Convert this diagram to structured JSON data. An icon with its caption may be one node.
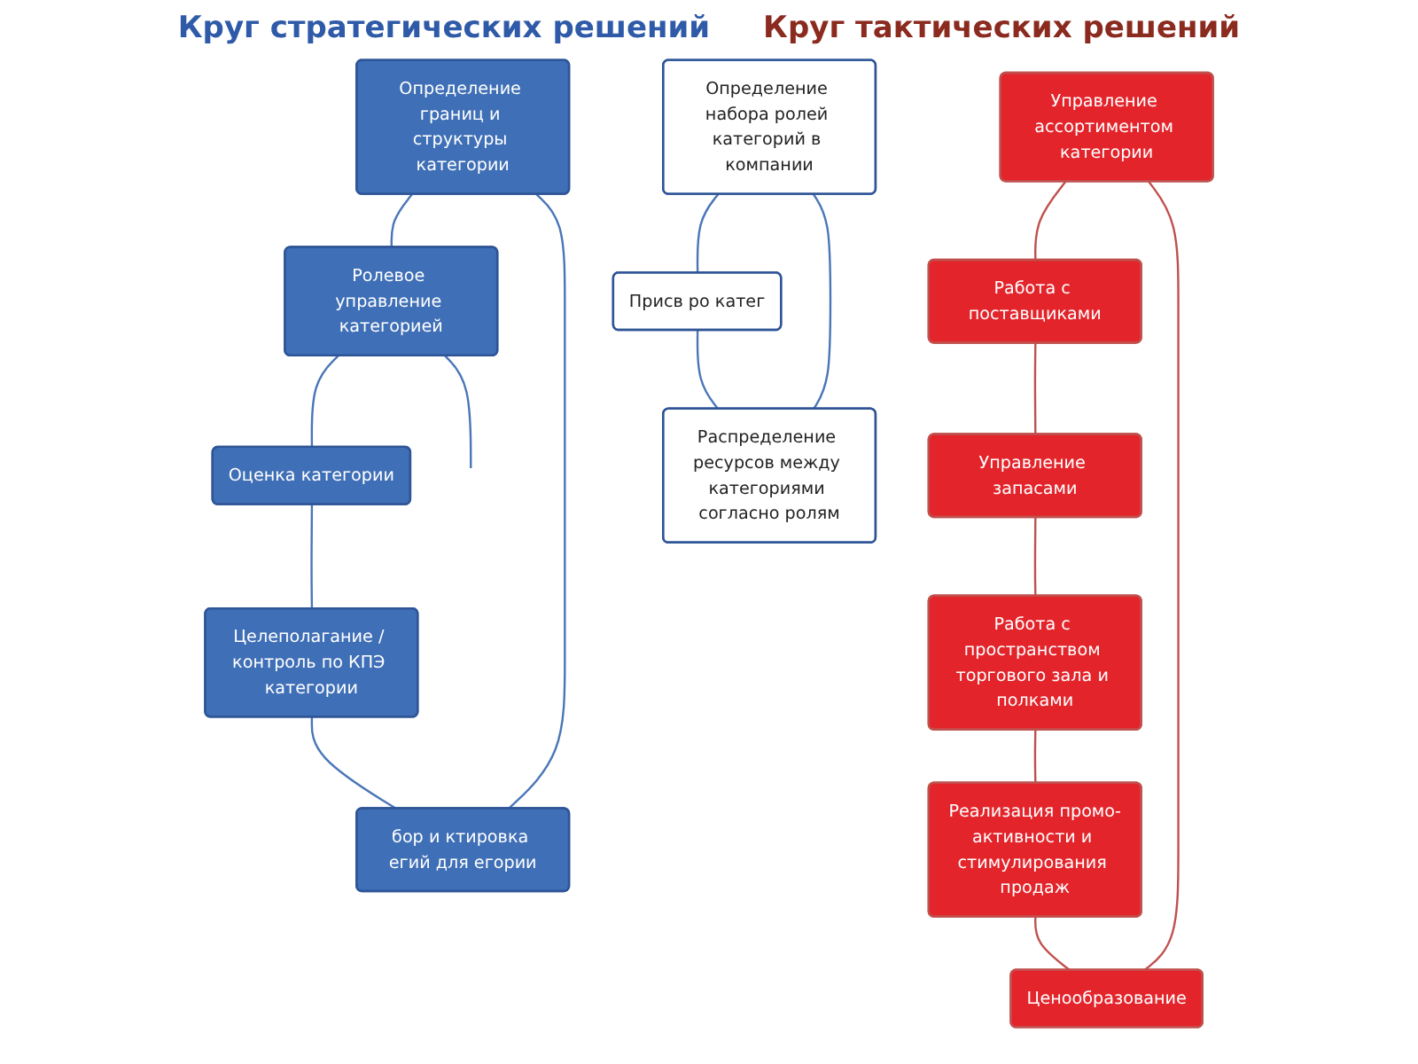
{
  "diagram": {
    "nodes": [
      {
        "text": [
          "Определение границ и структуры категории"
        ]
      },
      {
        "text": [
          "Ролевое управление категорией"
        ]
      },
      {
        "text": [
          "Оценка категории"
        ]
      },
      {
        "text": [
          "Целеполагание / контроль по КПЭ категории"
        ]
      },
      {
        "text": [
          "бор и ктировка егий для егории"
        ]
      },
      {
        "text": [
          "Управление ассортиментом категории"
        ]
      },
      {
        "text": [
          "Работа с поставщиками"
        ]
      },
      {
        "text": [
          "Управление запасами"
        ]
      },
      {
        "text": [
          "Работа с пространством торгового зала и полками"
        ]
      },
      {
        "text": [
          "Реализация промо-активности и стимулирования продаж"
        ]
      },
      {
        "text": [
          "Ценообразование"
        ]
      },
      {
        "text": [
          "Определение набора ролей категорий в компании"
        ]
      },
      {
        "text": [
          "Присв ро катег"
        ]
      },
      {
        "text": [
          "Распределение ресурсов между категориями согласно ролям"
        ]
      }
    ],
    "edges": [
      {
        "from": 0,
        "to": 1,
        "arrow": "none"
      },
      {
        "from": 1,
        "to": 2,
        "arrow": "none"
      },
      {
        "from": 2,
        "to": 3,
        "arrow": "none"
      },
      {
        "from": 3,
        "to": 4,
        "arrow": "none"
      },
      {
        "from": 4,
        "to": 0,
        "arrow": "none"
      },
      {
        "from": 5,
        "to": 6,
        "arrow": "none",
        "color": "#c0504d"
      },
      {
        "from": 6,
        "to": 7,
        "arrow": "none",
        "color": "#c0504d"
      },
      {
        "from": 7,
        "to": 8,
        "arrow": "none",
        "color": "#c0504d"
      },
      {
        "from": 8,
        "to": 9,
        "arrow": "none",
        "color": "#c0504d"
      },
      {
        "from": 9,
        "to": 10,
        "arrow": "none",
        "color": "#c0504d"
      },
      {
        "from": 10,
        "to": 5,
        "arrow": "none",
        "color": "#c0504d"
      },
      {
        "from": 1,
        "to": null,
        "arrow": "none"
      },
      {
        "from": 11,
        "to": 12,
        "arrow": "none"
      },
      {
        "from": 12,
        "to": 13,
        "arrow": "none"
      },
      {
        "from": 13,
        "to": 11,
        "arrow": "none"
      }
    ],
    "labels": [
      "Круг стратегических решений",
      "Круг тактических решений"
    ]
  }
}
